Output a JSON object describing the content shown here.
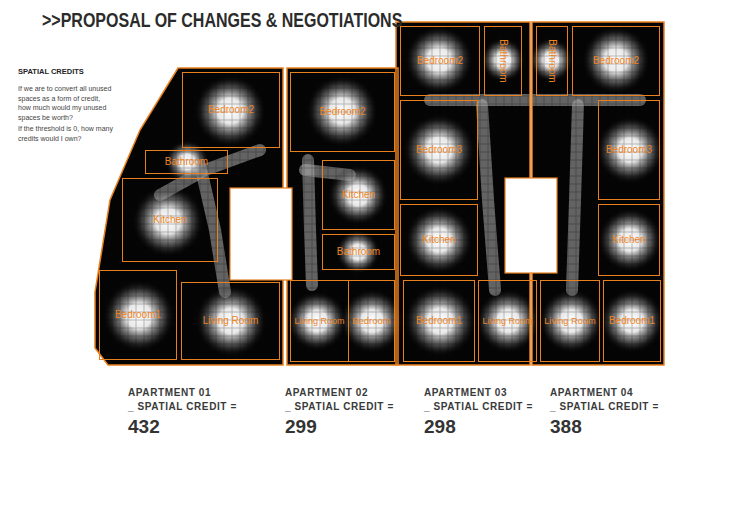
{
  "diagram": {
    "title": ">>PROPOSAL OF CHANGES & NEGOTIATIONS",
    "nodes": [
      {
        "text": [
          "Bedroom2"
        ]
      },
      {
        "text": [
          "Bathroom"
        ]
      },
      {
        "text": [
          "Kitchen"
        ]
      },
      {
        "text": [
          "Bedroom1"
        ]
      },
      {
        "text": [
          "Living Room"
        ]
      },
      {
        "text": [
          "Bedroom2"
        ]
      },
      {
        "text": [
          "Kitchen"
        ]
      },
      {
        "text": [
          "Bathroom"
        ]
      },
      {
        "text": [
          "Living Room"
        ]
      },
      {
        "text": [
          "Bedroom"
        ]
      },
      {
        "text": [
          "Bedroom2"
        ]
      },
      {
        "text": [
          "Bathroom"
        ]
      },
      {
        "text": [
          "Bedroom3"
        ]
      },
      {
        "text": [
          "Kitchen"
        ]
      },
      {
        "text": [
          "Bedroom1"
        ]
      },
      {
        "text": [
          "Living Room"
        ]
      },
      {
        "text": [
          "Bathroom"
        ]
      },
      {
        "text": [
          "Bedroom2"
        ]
      },
      {
        "text": [
          "Bedroom3"
        ]
      },
      {
        "text": [
          "Kitchen"
        ]
      },
      {
        "text": [
          "Living Room"
        ]
      },
      {
        "text": [
          "Bedroom1"
        ]
      }
    ],
    "labels": [
      "SPATIAL CREDITS",
      "If we are to convert all unused spaces as a form of credit, how much would my unused spaces be worth?",
      "If the threshold is 0, how many credits would I own?",
      "APARTMENT 01",
      "_ SPATIAL CREDIT =",
      "432",
      "APARTMENT 02",
      "_ SPATIAL CREDIT =",
      "299",
      "APARTMENT 03",
      "_ SPATIAL CREDIT =",
      "298",
      "APARTMENT 04",
      "_ SPATIAL CREDIT =",
      "388"
    ]
  }
}
